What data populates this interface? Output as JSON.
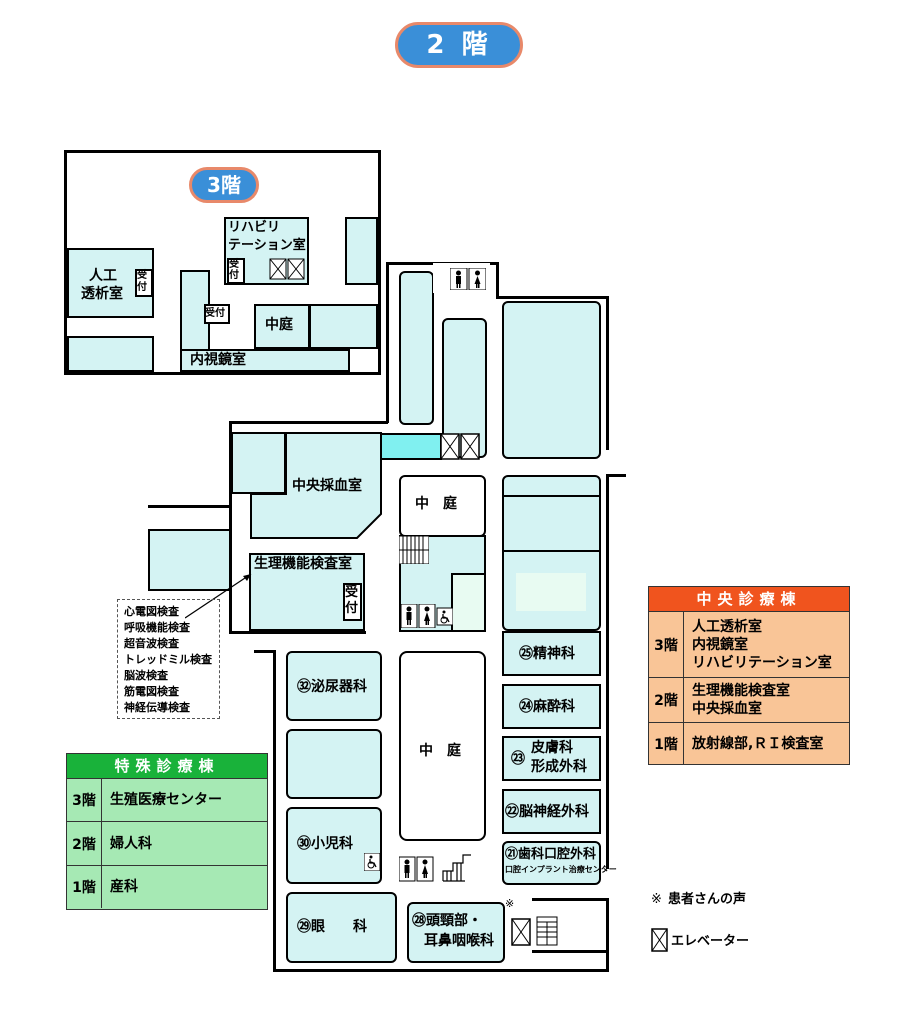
{
  "floor_badge": "2 階",
  "inset": {
    "badge": "3階",
    "rooms": {
      "rehab": [
        "リハビリ",
        "テーション室"
      ],
      "uketsuke": "受付",
      "dialysis": [
        "人工",
        "透析室"
      ],
      "courtyard": "中庭",
      "endoscopy": "内視鏡室"
    }
  },
  "rooms": {
    "blood": "中央採血室",
    "courtyard_top": "中　庭",
    "physio": "生理機能検査室",
    "uketsuke": "受付",
    "courtyard_main": "中　庭",
    "r25": "㉕精神科",
    "r24": "㉔麻酔科",
    "r23_num": "㉓",
    "r23": [
      "皮膚科",
      "形成外科"
    ],
    "r22": "㉒脳神経外科",
    "r21": "㉑歯科口腔外科",
    "r21_sub": "口腔インプラント治療センター",
    "r32": "㉜泌尿器科",
    "r30": "㉚小児科",
    "r29": "㉙眼　　科",
    "r28": [
      "㉘頭頸部・",
      "耳鼻咽喉科"
    ]
  },
  "exam_list": [
    "心電図検査",
    "呼吸機能検査",
    "超音波検査",
    "トレッドミル検査",
    "脳波検査",
    "筋電図検査",
    "神経伝導検査"
  ],
  "central_table": {
    "title": "中央診療棟",
    "header_color": "#f0541e",
    "body_color": "#f9c597",
    "rows": [
      {
        "floor": "3階",
        "items": [
          "人工透析室",
          "内視鏡室",
          "リハビリテーション室"
        ]
      },
      {
        "floor": "2階",
        "items": [
          "生理機能検査室",
          "中央採血室"
        ]
      },
      {
        "floor": "1階",
        "items": [
          "放射線部,ＲＩ検査室"
        ]
      }
    ]
  },
  "special_table": {
    "title": "特殊診療棟",
    "header_color": "#19b23a",
    "body_color": "#a6e9b4",
    "rows": [
      {
        "floor": "3階",
        "items": [
          "生殖医療センター"
        ]
      },
      {
        "floor": "2階",
        "items": [
          "婦人科"
        ]
      },
      {
        "floor": "1階",
        "items": [
          "産科"
        ]
      }
    ]
  },
  "legend": {
    "voice_symbol": "※",
    "voice": "患者さんの声",
    "elevator": "エレベーター"
  },
  "colors": {
    "room": "#d4f3f3",
    "hall": "#80f0f0",
    "badge": "#3a8fd8"
  }
}
